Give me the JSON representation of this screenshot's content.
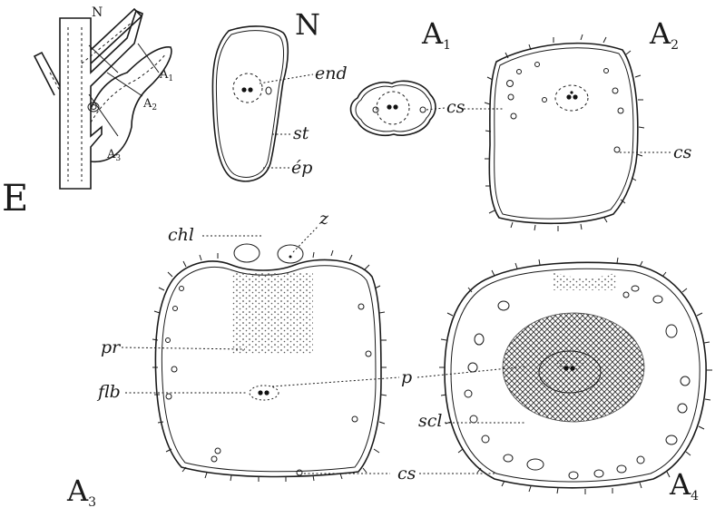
{
  "figure_letter": "E",
  "panels": {
    "N": {
      "letter": "N",
      "sub": ""
    },
    "A1": {
      "letter": "A",
      "sub": "1"
    },
    "A2": {
      "letter": "A",
      "sub": "2"
    },
    "A3": {
      "letter": "A",
      "sub": "3"
    },
    "A4": {
      "letter": "A",
      "sub": "4"
    }
  },
  "sketch_labels": {
    "N": "N",
    "A1": {
      "letter": "A",
      "sub": "1"
    },
    "A2": {
      "letter": "A",
      "sub": "2"
    },
    "A3": {
      "letter": "A",
      "sub": "3"
    }
  },
  "labels": {
    "end": "end",
    "st": "st",
    "ep": "ép",
    "cs_a1": "cs",
    "cs_a2": "cs",
    "chl": "chl",
    "z": "z",
    "pr": "pr",
    "flb": "flb",
    "p": "p",
    "scl": "scl",
    "cs_bottom": "cs"
  }
}
